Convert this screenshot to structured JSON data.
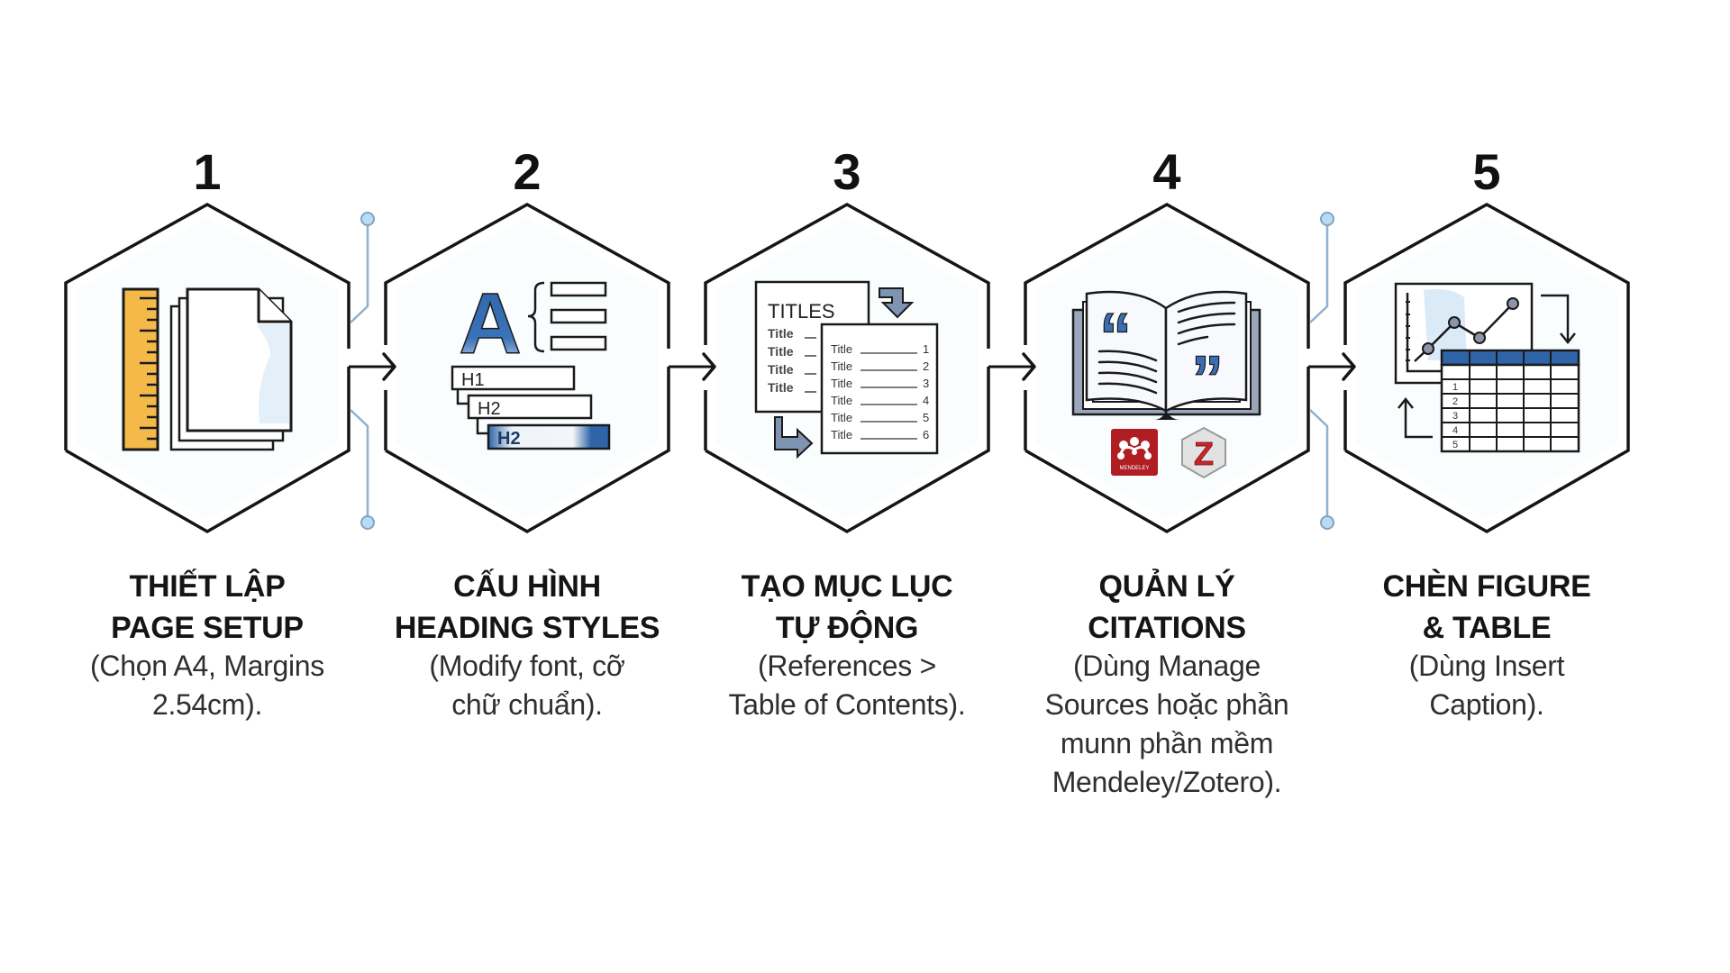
{
  "diagram": {
    "type": "process-flow",
    "colors": {
      "outline": "#151515",
      "connector_blue": "#8fb0cf",
      "dot_fill": "#b9dcf4",
      "accent_blue": "#2f65a8",
      "ruler_orange": "#f5b94a",
      "mendeley_red": "#b01e24",
      "zotero_red": "#c8262a"
    },
    "steps": [
      {
        "number": "1",
        "icon": "ruler-pages-icon",
        "title_lines": [
          "THIẾT LẬP",
          "PAGE SETUP"
        ],
        "desc_lines": [
          "(Chọn A4, Margins",
          "2.54cm)."
        ]
      },
      {
        "number": "2",
        "icon": "heading-styles-icon",
        "icon_labels": {
          "h1": "H1",
          "h2": "H2",
          "h3": "H2",
          "letter": "A"
        },
        "title_lines": [
          "CẤU HÌNH",
          "HEADING STYLES"
        ],
        "desc_lines": [
          "(Modify font, cỡ",
          "chữ chuẩn)."
        ]
      },
      {
        "number": "3",
        "icon": "table-of-contents-icon",
        "icon_labels": {
          "heading": "TITLES",
          "entry": "Title",
          "pages": [
            "1",
            "2",
            "3",
            "4",
            "5",
            "6"
          ]
        },
        "title_lines": [
          "TẠO MỤC LỤC",
          "TỰ ĐỘNG"
        ],
        "desc_lines": [
          "(References >",
          "Table of Contents)."
        ]
      },
      {
        "number": "4",
        "icon": "citation-book-icon",
        "icon_labels": {
          "mendeley": "MENDELEY",
          "zotero": "Z"
        },
        "title_lines": [
          "QUẢN LÝ",
          "CITATIONS"
        ],
        "desc_lines": [
          "(Dùng Manage",
          "Sources hoặc phần",
          "munn phần mềm",
          "Mendeley/Zotero)."
        ]
      },
      {
        "number": "5",
        "icon": "figure-table-icon",
        "icon_labels": {
          "rows": [
            "1",
            "2",
            "3",
            "4",
            "5"
          ]
        },
        "title_lines": [
          "CHÈN FIGURE",
          "& TABLE"
        ],
        "desc_lines": [
          "(Dùng Insert",
          "Caption)."
        ]
      }
    ],
    "arrows": [
      {
        "from": "1",
        "to": "2",
        "decorated": true
      },
      {
        "from": "2",
        "to": "3",
        "decorated": false
      },
      {
        "from": "3",
        "to": "4",
        "decorated": false
      },
      {
        "from": "4",
        "to": "5",
        "decorated": true
      }
    ]
  }
}
